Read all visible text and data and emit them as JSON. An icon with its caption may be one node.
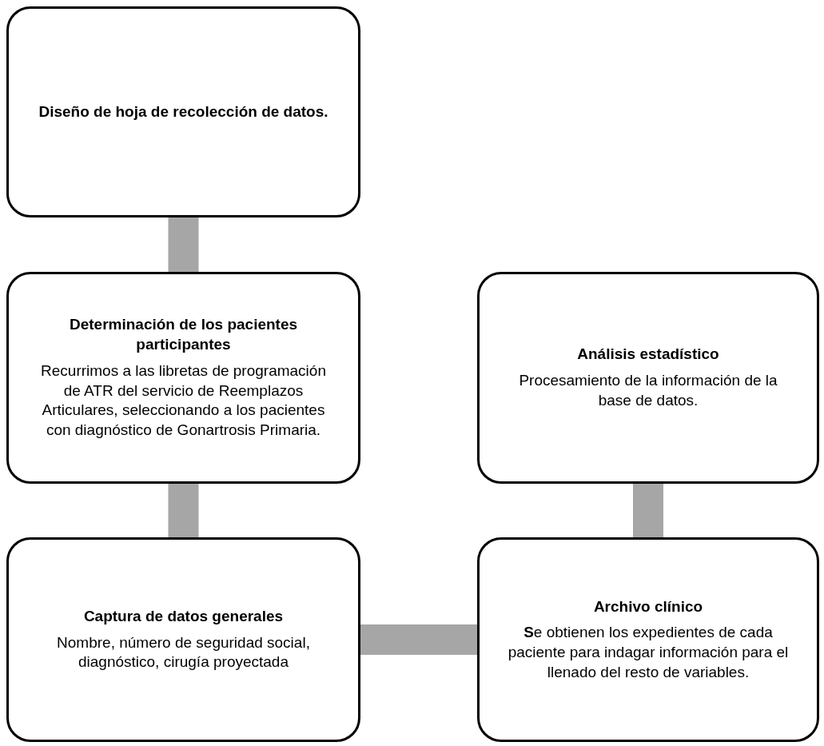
{
  "diagram": {
    "nodes": [
      {
        "text": [
          "Diseño de hoja de recolección de datos."
        ]
      },
      {
        "text": [
          "Determinación de los pacientes participantes",
          "Recurrimos a las libretas de programación de ATR del servicio de Reemplazos Articulares, seleccionando a los pacientes con diagnóstico de Gonartrosis Primaria."
        ]
      },
      {
        "text": [
          "Captura de datos generales",
          "Nombre, número de seguridad social, diagnóstico, cirugía proyectada"
        ]
      },
      {
        "text": [
          "Archivo clínico",
          "**S**e obtienen los expedientes de cada paciente para indagar información para el llenado del resto de variables."
        ]
      },
      {
        "text": [
          "Análisis estadístico",
          "Procesamiento de la información de la base de datos."
        ]
      }
    ],
    "edges": [
      {
        "from": 0,
        "to": 1,
        "arrow": "none"
      },
      {
        "from": 1,
        "to": 2,
        "arrow": "none"
      },
      {
        "from": 2,
        "to": 3,
        "arrow": "none"
      },
      {
        "from": 3,
        "to": 4,
        "arrow": "none"
      }
    ]
  }
}
